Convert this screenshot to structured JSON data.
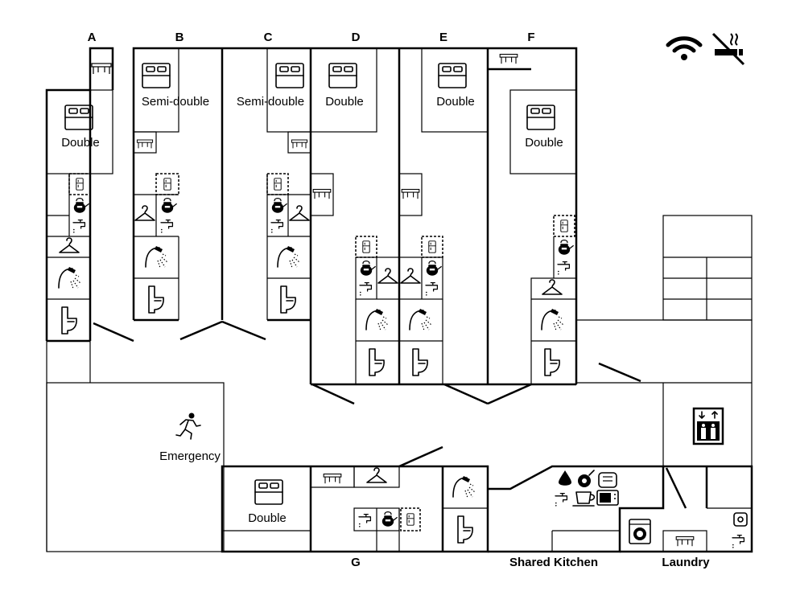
{
  "rooms": {
    "a": {
      "letter": "A",
      "bed": "Double"
    },
    "b": {
      "letter": "B",
      "bed": "Semi-double"
    },
    "c": {
      "letter": "C",
      "bed": "Semi-double"
    },
    "d": {
      "letter": "D",
      "bed": "Double"
    },
    "e": {
      "letter": "E",
      "bed": "Double"
    },
    "f": {
      "letter": "F",
      "bed": "Double"
    },
    "g": {
      "letter": "G",
      "bed": "Double"
    }
  },
  "areas": {
    "emergency": "Emergency",
    "kitchen": "Shared Kitchen",
    "laundry": "Laundry"
  },
  "amenities": {
    "wifi": "wifi-icon",
    "no_smoking": "no-smoking-icon",
    "elevator": "elevator-icon",
    "exit": "emergency-exit-icon"
  },
  "colors": {
    "ink": "#000000",
    "background": "#ffffff"
  }
}
